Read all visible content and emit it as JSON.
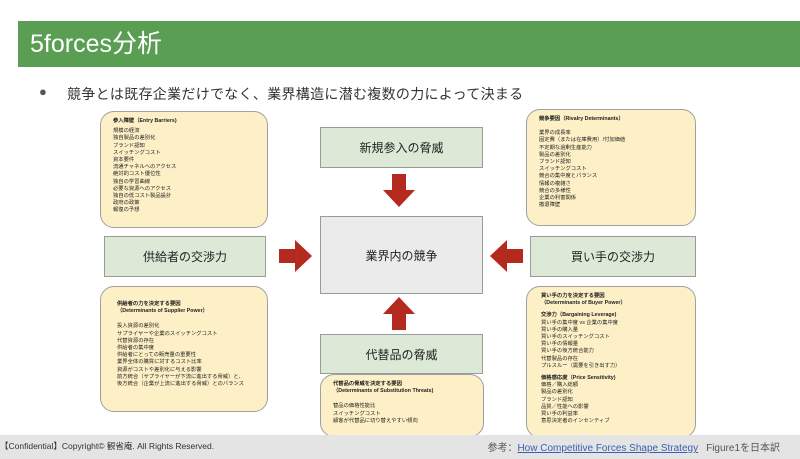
{
  "title": "5forces分析",
  "bullet": {
    "marker": "●",
    "text": "競争とは既存企業だけでなく、業界構造に潜む複数の力によって決まる"
  },
  "center_label": "業界内の競争",
  "forces": {
    "new_entrants": "新規参入の脅威",
    "substitutes": "代替品の脅威",
    "suppliers": "供給者の交渉力",
    "buyers": "買い手の交渉力"
  },
  "notes": {
    "entry": {
      "heading": "参入障壁（Entry Barriers)",
      "items": [
        "規模の経済",
        "独自製品の差別化",
        "ブランド認知",
        "スイッチングコスト",
        "資本要件",
        "流通チャネルへのアクセス",
        "絶対的コスト優位性",
        "独自の学習曲線",
        "必要な資源へのアクセス",
        "独自の低コスト製品設計",
        "政府の政策",
        "報復の予想"
      ]
    },
    "rivalry": {
      "heading": "競争要因（Rivalry Determinants）",
      "items": [
        "業界の成長率",
        "固定費（または在庫費用）/付加価値",
        "不定期な過剰生産能力",
        "製品の差別化",
        "ブランド認知",
        "スイッチングコスト",
        "競合の集中度とバランス",
        "情報の複雑さ",
        "競合の多様性",
        "企業の利害関係",
        "撤退障壁"
      ]
    },
    "supplier": {
      "heading1": "供給者の力を決定する要因",
      "heading2": "（Determinants of Supplier Power）",
      "items": [
        "投入資源の差別化",
        "サプライヤーや企業のスイッチングコスト",
        "代替資源の存在",
        "供給者の集中度",
        "供給者にとっての販売量の重要性",
        "業界全体の購買に対するコスト比率",
        "資源がコストや差別化に与える影響",
        "前方統合（サプライヤーが下流に進出する脅威）と、",
        "後方統合（企業が上流に進出する脅威）とのバランス"
      ]
    },
    "buyer": {
      "heading1": "買い手の力を決定する要因",
      "heading2": "（Determinants of Buyer Power）",
      "leverage_heading": "交渉力（Bargaining Leverage)",
      "leverage_items": [
        "買い手の集中度 vs 企業の集中度",
        "買い手の購入量",
        "買い手のスイッチングコスト",
        "買い手の情報量",
        "買い手の後方統合能力",
        "代替製品の存在",
        "プルスルー（需要を引き出す力）"
      ],
      "sensitivity_heading": "価格感応度（Price Sensitivity)",
      "sensitivity_items": [
        "価格／購入総額",
        "製品の差別化",
        "ブランド認知",
        "品質／性能への影響",
        "買い手の利益率",
        "意思決定者のインセンティブ"
      ]
    },
    "substitution": {
      "heading1": "代替品の脅威を決定する要因",
      "heading2": "（Determinants of Substitution Threats)",
      "items": [
        "替品の価格性能比",
        "スイッチングコスト",
        "顧客が代替品に切り替えやすい傾向"
      ]
    }
  },
  "footer": {
    "left": "【Confidential】Copyright© 観省庵. All Rights Reserved.",
    "ref_prefix": "参考：",
    "ref_link": "How Competitive Forces Shape Strategy",
    "ref_suffix": "Figure1を日本訳"
  },
  "colors": {
    "title_bar": "#5a9e54",
    "force_box": "#dbe9d6",
    "note_box": "#fdf0c6",
    "arrow": "#b52a1f",
    "center_box": "#ebebeb"
  }
}
